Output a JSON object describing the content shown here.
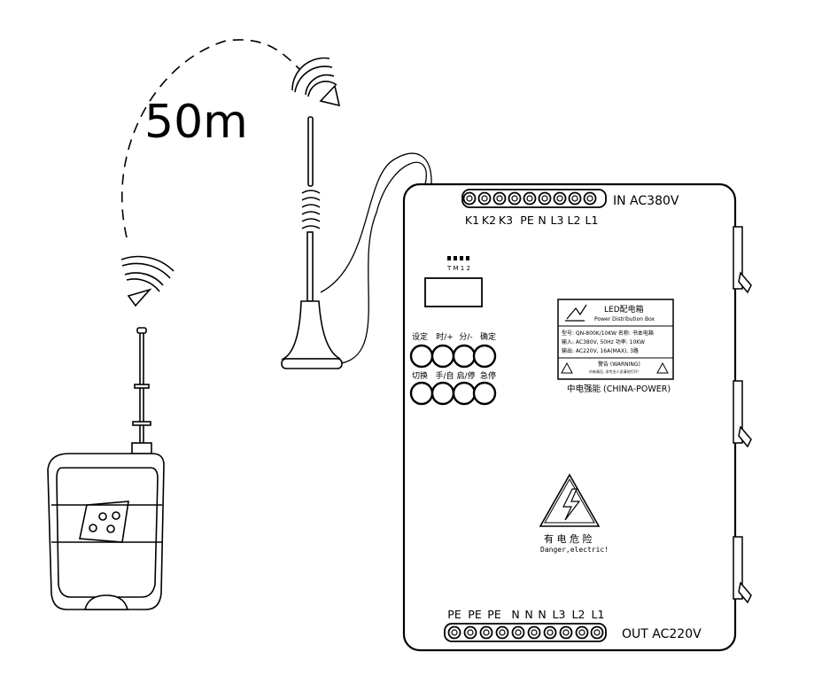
{
  "range_label": "50m",
  "box": {
    "input_label": "IN AC380V",
    "output_label": "OUT AC220V",
    "top_terminals": [
      "K1",
      "K2",
      "K3",
      "PE",
      "N",
      "L3",
      "L2",
      "L1"
    ],
    "bottom_terminals": [
      "PE",
      "PE",
      "PE",
      "N",
      "N",
      "N",
      "L3",
      "L2",
      "L1"
    ],
    "indicator_label": "T M 1 2",
    "row1_buttons": [
      "设定",
      "时/+",
      "分/-",
      "确定"
    ],
    "row2_buttons": [
      "切换",
      "手/自",
      "启/停",
      "急停"
    ],
    "nameplate": {
      "title": "LED配电箱",
      "subtitle": "Power Distribution Box",
      "line1": "型号: QN-800K/10KW 名称: 书本电箱",
      "line2": "输入: AC380V, 50Hz 功率: 10KW",
      "line3": "输出: AC220V, 16A(MAX), 3路",
      "warning_title": "警告 (WARNING)",
      "warning_text": "内有高压, 非专业人员请勿打开!"
    },
    "brand": "中电强能 (CHINA-POWER)",
    "danger_cn": "有 电 危 险",
    "danger_en": "Danger,electric!"
  }
}
